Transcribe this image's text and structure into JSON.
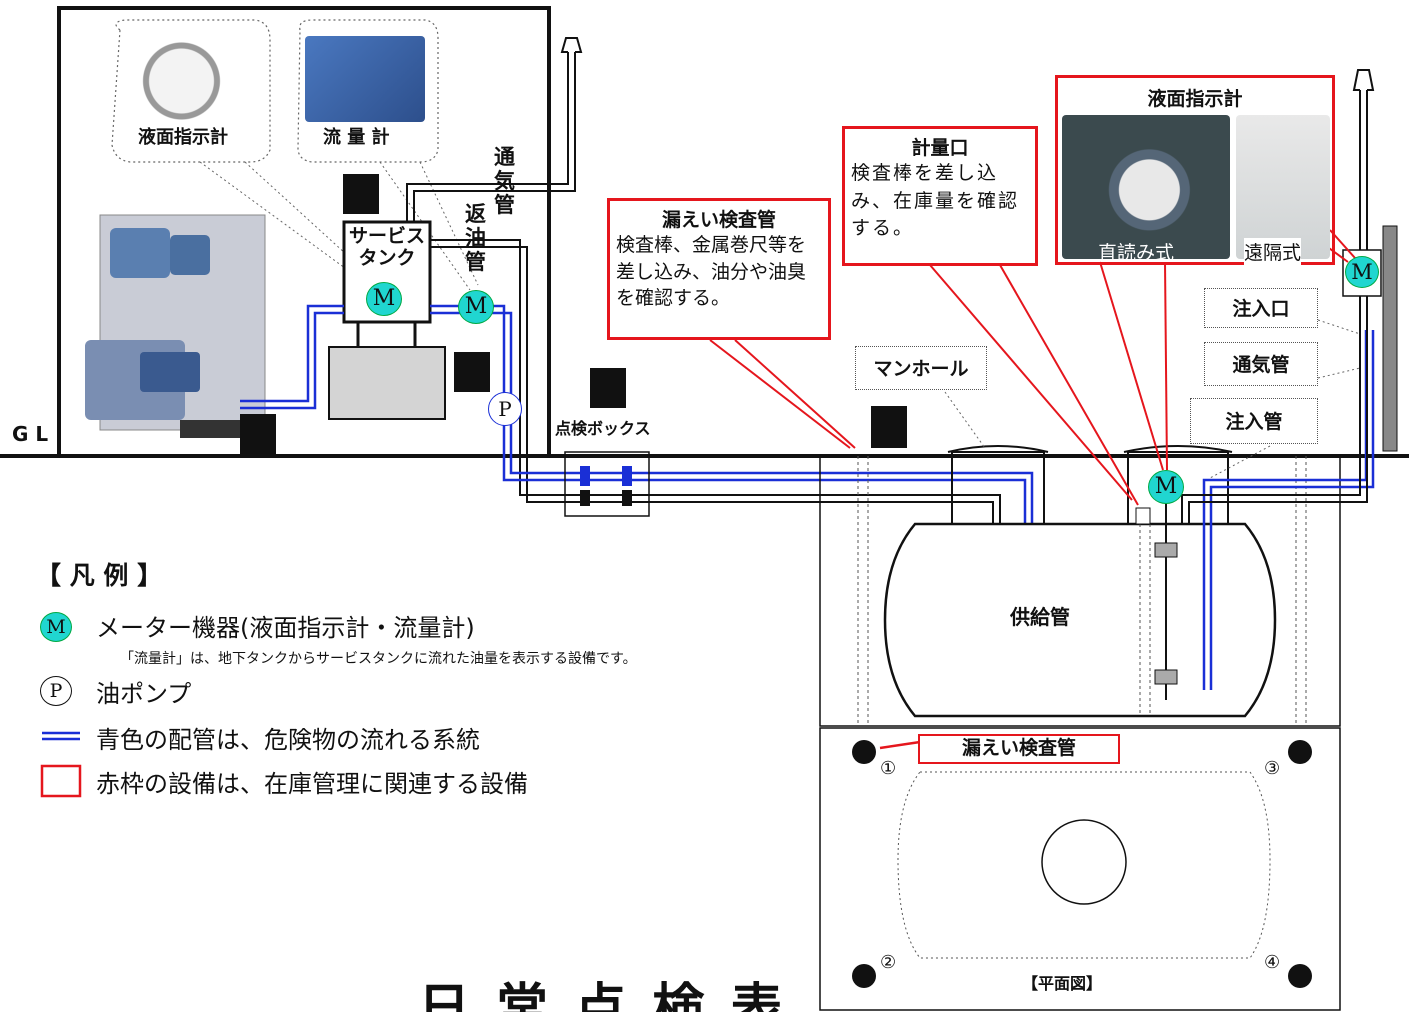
{
  "labels": {
    "gl": "G L",
    "vent_pipe": "通気管",
    "return_pipe": "返油管",
    "service_tank": "サービスタンク",
    "level_gauge": "液面指示計",
    "flow_meter": "流 量 計",
    "inspection_box": "点検ボックス",
    "manhole": "マンホール",
    "supply_pipe": "供給管",
    "fill_port": "注入口",
    "vent_pipe_right": "通気管",
    "fill_pipe": "注入管",
    "meter_symbol": "M",
    "pump_symbol": "P"
  },
  "callouts": {
    "leak_pipe": {
      "title": "漏えい検査管",
      "body": "検査棒、金属巻尺等を差し込み、油分や油臭を確認する。"
    },
    "measure_port": {
      "title": "計量口",
      "body": "検査棒を差し込み、在庫量を確認する。"
    },
    "level_gauge_right": {
      "title": "液面指示計",
      "direct": "直読み式",
      "remote": "遠隔式"
    }
  },
  "legend": {
    "title": "【 凡 例 】",
    "meter": "メーター機器(液面指示計・流量計)",
    "meter_note": "「流量計」は、地下タンクからサービスタンクに流れた油量を表示する設備です。",
    "pump": "油ポンプ",
    "blue_pipe": "青色の配管は、危険物の流れる系統",
    "red_frame": "赤枠の設備は、在庫管理に関連する設備"
  },
  "plan": {
    "title": "【平面図】",
    "leak_label": "漏えい検査管",
    "corners": [
      "①",
      "②",
      "③",
      "④"
    ]
  },
  "footer_title": "日 常 点 検 表",
  "colors": {
    "blue_pipe": "#1a2fd6",
    "red_frame": "#e5161d",
    "meter_fill": "#20d6d0"
  }
}
